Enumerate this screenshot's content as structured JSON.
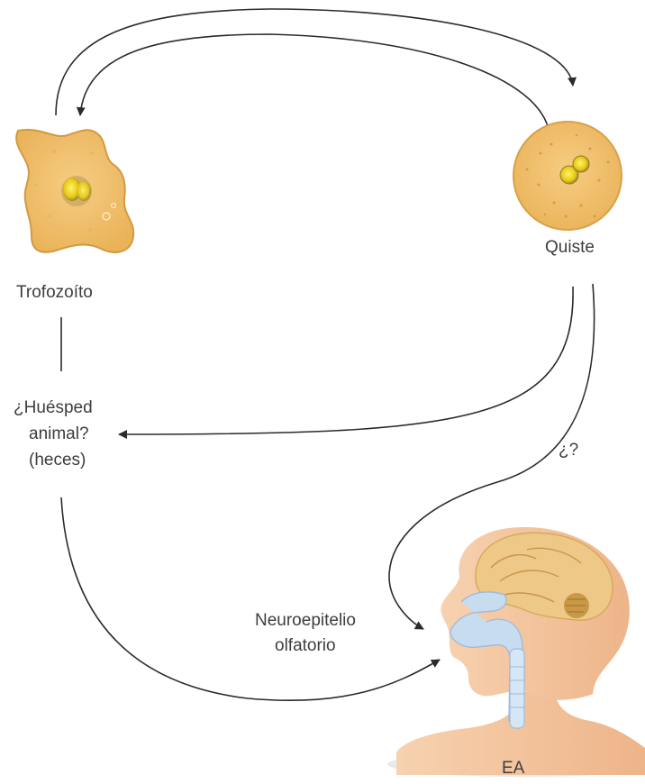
{
  "labels": {
    "trophozoite": "Trofozoíto",
    "cyst": "Quiste",
    "host_line1": "¿Huésped",
    "host_line2": "animal?",
    "host_line3": "(heces)",
    "unknown": "¿?",
    "neuro_line1": "Neuroepitelio",
    "neuro_line2": "olfatorio",
    "human": "EA"
  },
  "colors": {
    "organism_fill": "#f3c36f",
    "organism_outline": "#d89d3e",
    "nucleus": "#e8cf18",
    "skin": "#f5c9a0",
    "brain": "#eec887",
    "airway": "#c8dcf0",
    "arrow": "#2b2b2b"
  },
  "icons": [
    "trophozoite-cell",
    "cyst-cell",
    "human-head-figure"
  ]
}
